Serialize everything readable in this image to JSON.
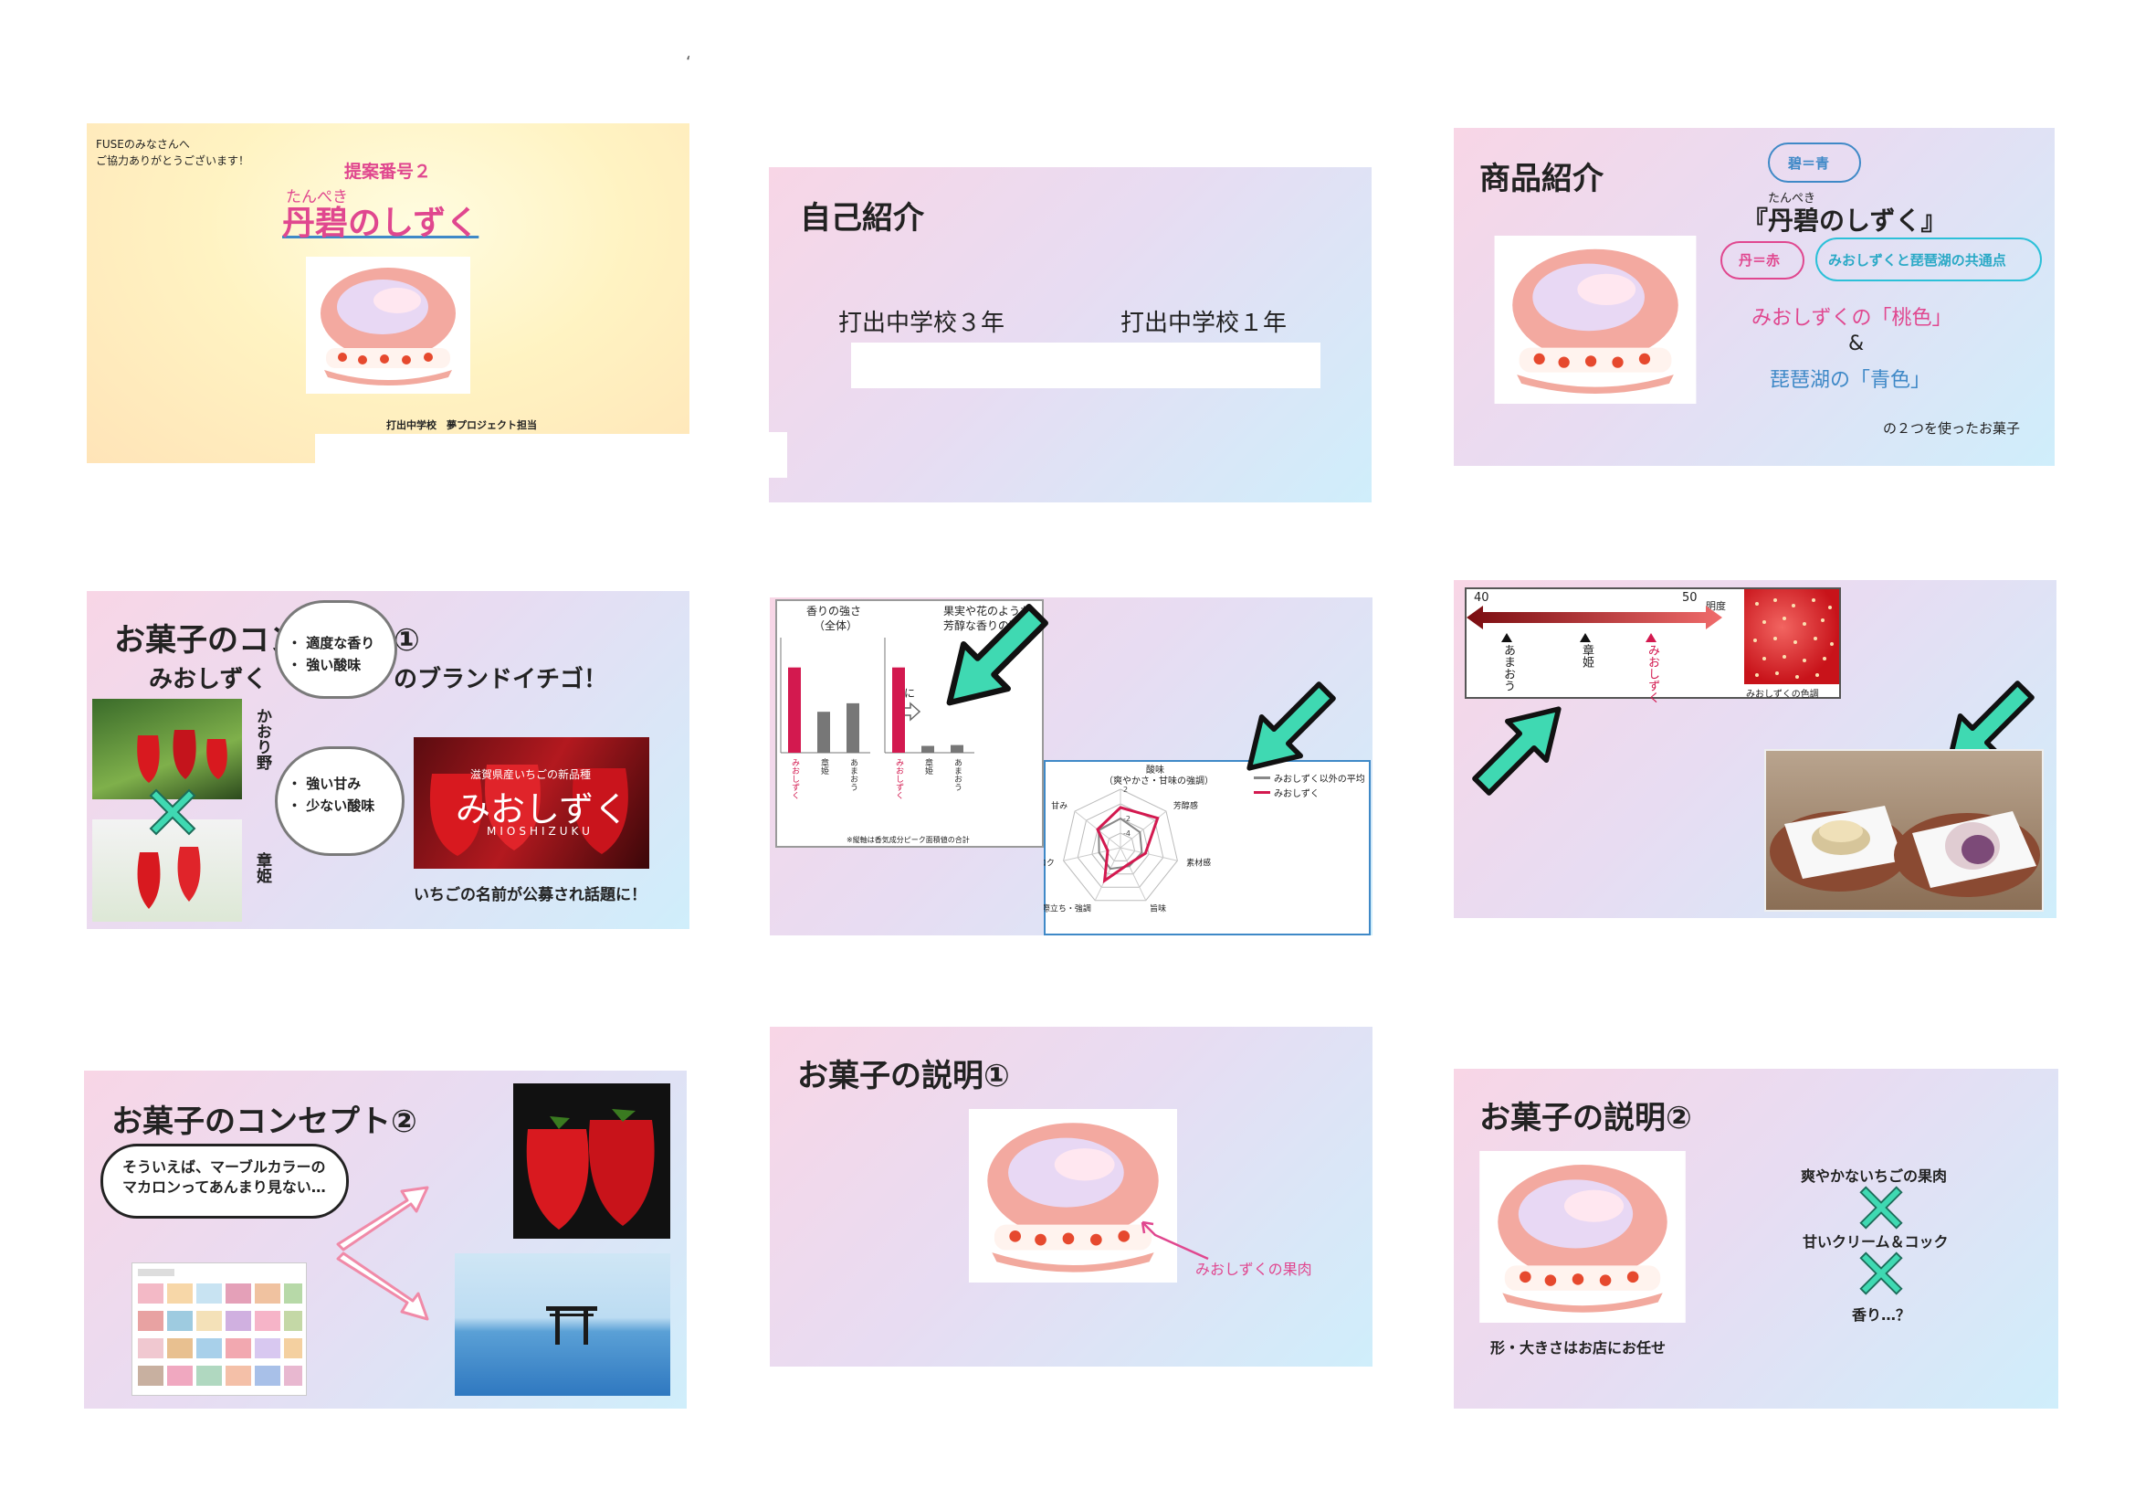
{
  "stray_mark": "‘",
  "slide1": {
    "thanks_line1": "FUSEのみなさんへ",
    "thanks_line2": "ご協力ありがとうございます！",
    "proposal_no": "提案番号２",
    "ruby": "たんぺき",
    "product_name": "丹碧のしずく",
    "footer": "打出中学校　夢プロジェクト担当"
  },
  "slide2": {
    "title": "自己紹介",
    "col1": "打出中学校３年",
    "col2": "打出中学校１年"
  },
  "slide3": {
    "title": "商品紹介",
    "cloud_top": "碧＝青",
    "ruby": "たんぺき",
    "product_name": "『丹碧のしずく』",
    "cloud_left": "丹＝赤",
    "cloud_right": "みおしずくと琵琶湖の共通点",
    "line_pink": "みおしずくの「桃色」",
    "ampersand": "&",
    "line_blue": "琵琶湖の「青色」",
    "footer": "の２つを使ったお菓子"
  },
  "slide4": {
    "title": "お菓子のコンセプト①",
    "subtitle_left": "みおしずく",
    "subtitle_right": "のブランドイチゴ！",
    "bubble1_items": [
      "・ 適度な香り",
      "・ 強い酸味"
    ],
    "bubble2_items": [
      "・ 強い甘み",
      "・ 少ない酸味"
    ],
    "vertical_label1": "かおり野",
    "vertical_label2": "章姫",
    "brand_small": "滋賀県産いちごの新品種",
    "brand_logo": "みおしずく",
    "brand_roman": "MIOSHIZUKU",
    "caption": "いちごの名前が公募され話題に！"
  },
  "slide5": {
    "bar_chart": {
      "left_title_line1": "香りの強さ",
      "left_title_line2": "（全体）",
      "right_title_line1": "果実や花のような",
      "right_title_line2": "芳醇な香りの強さ",
      "middle_label": "特に",
      "footnote": "※縦軸は香気成分ピーク面積値の合計"
    },
    "radar_chart": {
      "title_line1": "酸味",
      "title_line2": "（爽やかさ・甘味の強調）",
      "legend_other": "みおしずく以外の平均",
      "legend_mio": "みおしずく"
    }
  },
  "slide6": {
    "scale_left": "40",
    "scale_right": "50",
    "scale_unit": "明度",
    "markers": [
      "あまおう",
      "章姫",
      "みおしずく"
    ],
    "photo_caption": "みおしずくの色調"
  },
  "slide7": {
    "title": "お菓子のコンセプト②",
    "thought_line1": "そういえば、マーブルカラーの",
    "thought_line2": "マカロンってあんまり見ない…"
  },
  "slide8": {
    "title": "お菓子の説明①",
    "callout": "みおしずくの果肉"
  },
  "slide9": {
    "title": "お菓子の説明②",
    "line1": "爽やかないちごの果肉",
    "line2": "甘いクリーム＆コック",
    "line3": "香り…？",
    "caption": "形・大きさはお店にお任せ"
  },
  "chart_data": [
    {
      "type": "bar",
      "title": "香りの強さ（全体）",
      "categories": [
        "みおしずく",
        "章姫",
        "あまおう"
      ],
      "values": [
        100,
        48,
        58
      ],
      "ylim": [
        0,
        120
      ]
    },
    {
      "type": "bar",
      "title": "果実や花のような芳醇な香りの強さ",
      "categories": [
        "みおしずく",
        "章姫",
        "あまおう"
      ],
      "values": [
        100,
        8,
        9
      ],
      "ylim": [
        0,
        120
      ]
    },
    {
      "type": "radar",
      "title": "酸味（爽やかさ・甘味の強調）",
      "axes": [
        "酸味",
        "芳醇感",
        "素材感",
        "旨味",
        "味わいの際立ち・強調",
        "旨味コク",
        "甘み"
      ],
      "ticks": [
        2,
        -2,
        -4
      ],
      "rlim": [
        -6,
        2
      ],
      "series": [
        {
          "name": "みおしずく以外の平均",
          "values": [
            -2,
            -2.6,
            -3,
            -3.2,
            -2.8,
            -3,
            -2.2
          ]
        },
        {
          "name": "みおしずく",
          "values": [
            -0.5,
            0.5,
            -2.5,
            -3.5,
            -1.0,
            -4.2,
            -2.0
          ]
        }
      ]
    }
  ],
  "colors": {
    "accent_pink": "#e0478f",
    "accent_blue": "#3f89c7",
    "crimson": "#d3194f",
    "mint_arrow": "#3fd9b2"
  }
}
